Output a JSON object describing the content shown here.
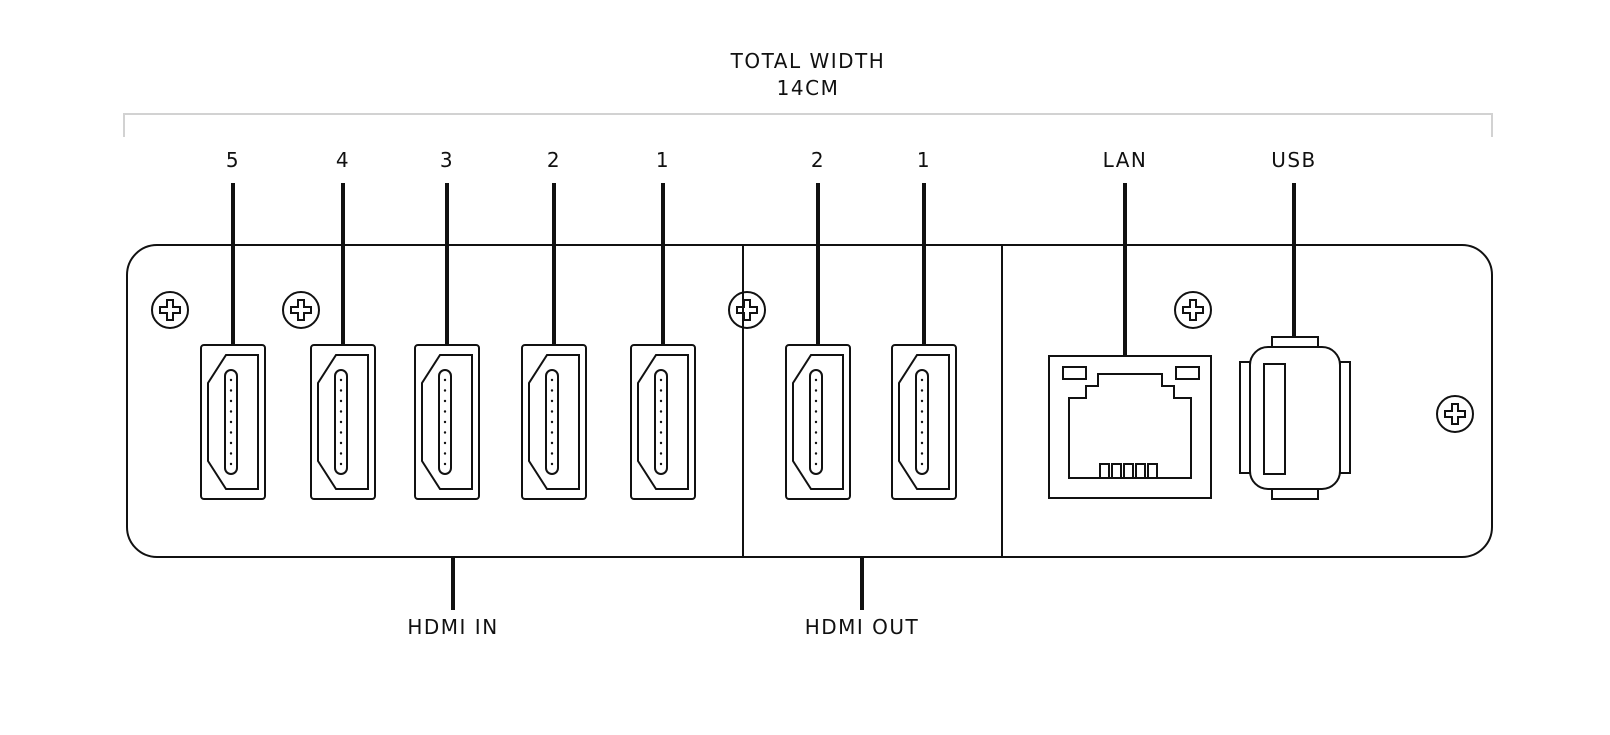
{
  "dimension": {
    "title_line1": "TOTAL WIDTH",
    "title_line2": "14CM"
  },
  "hdmi_in": {
    "label": "HDMI IN",
    "ports": [
      {
        "number": "5"
      },
      {
        "number": "4"
      },
      {
        "number": "3"
      },
      {
        "number": "2"
      },
      {
        "number": "1"
      }
    ]
  },
  "hdmi_out": {
    "label": "HDMI OUT",
    "ports": [
      {
        "number": "2"
      },
      {
        "number": "1"
      }
    ]
  },
  "lan": {
    "label": "LAN"
  },
  "usb": {
    "label": "USB"
  },
  "colors": {
    "ink": "#111111",
    "dimension_line": "#d2d2d2",
    "background": "#ffffff"
  }
}
